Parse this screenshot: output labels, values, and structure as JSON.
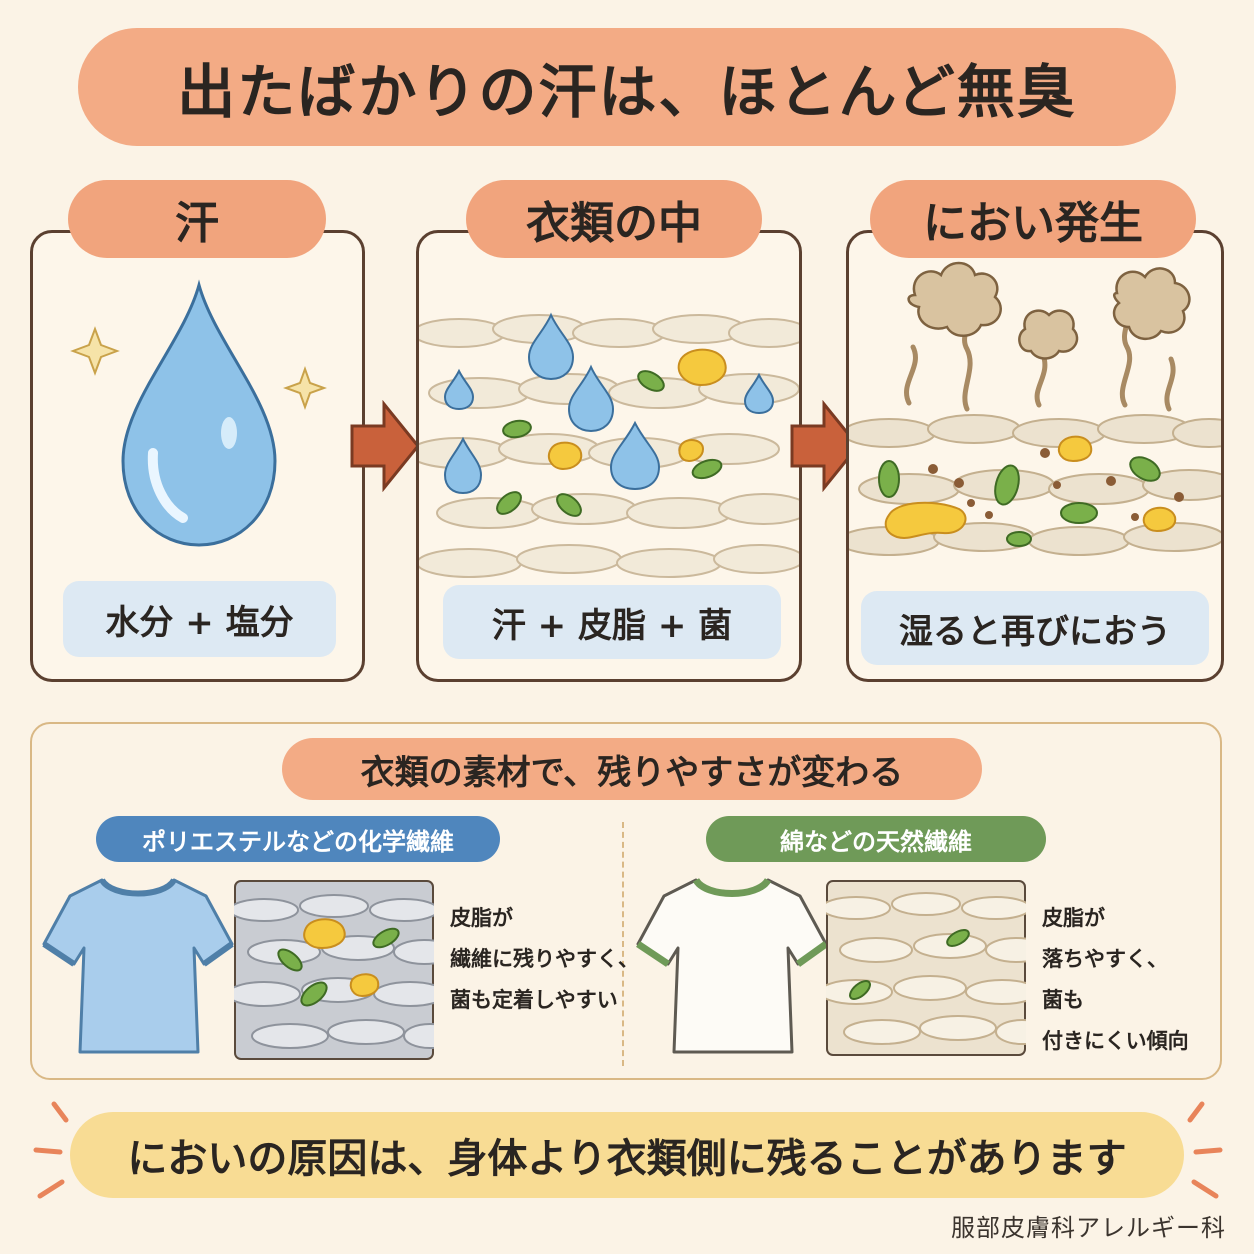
{
  "title": "出たばかりの汗は、ほとんど無臭",
  "panels": [
    {
      "heading": "汗",
      "caption": "水分 + 塩分"
    },
    {
      "heading": "衣類の中",
      "caption": "汗 + 皮脂 + 菌"
    },
    {
      "heading": "におい発生",
      "caption": "湿ると再びにおう"
    }
  ],
  "materials": {
    "heading": "衣類の素材で、残りやすさが変わる",
    "synthetic": {
      "tag": "ポリエステルなどの化学繊維",
      "lines": [
        "皮脂が",
        "繊維に残りやすく、",
        "菌も定着しやすい"
      ]
    },
    "natural": {
      "tag": "綿などの天然繊維",
      "lines": [
        "皮脂が",
        "落ちやすく、",
        "菌も",
        "付きにくい傾向"
      ]
    }
  },
  "conclusion": "においの原因は、身体より衣類側に残ることがあります",
  "credit": "服部皮膚科アレルギー科",
  "colors": {
    "background": "#fbf3e6",
    "title_pill": "#f3ab85",
    "caption_box": "#dde9f3",
    "synthetic_tag": "#4f86bd",
    "natural_tag": "#6f9a58",
    "conclusion_pill": "#f8dc94",
    "arrow": "#c9613b"
  },
  "icons": [
    "sparkle-icon",
    "water-drop-icon",
    "bacteria-icon",
    "sebum-blob-icon",
    "odor-cloud-icon",
    "arrow-right-icon",
    "t-shirt-icon"
  ]
}
